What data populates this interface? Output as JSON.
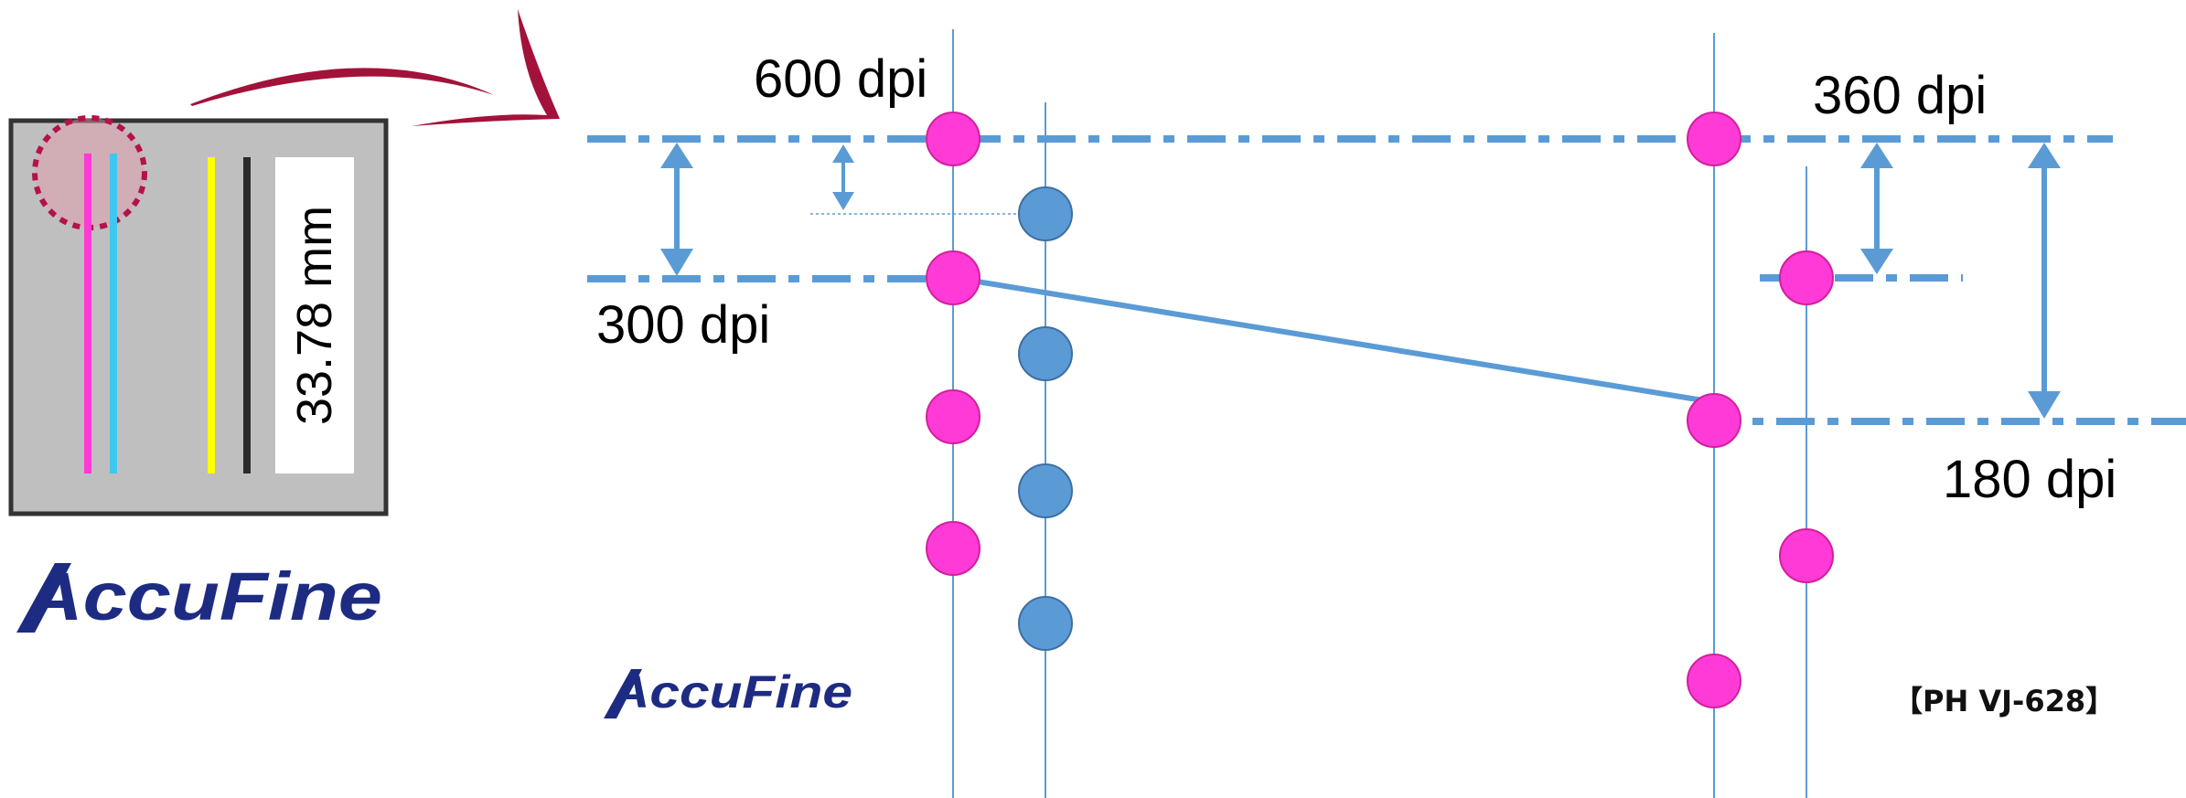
{
  "printhead": {
    "width_label": "33.78 mm",
    "channel_colors": [
      "#ff3ad6",
      "#3ec8f0",
      "#ffff00",
      "#2b2b2b"
    ]
  },
  "brand": {
    "logo_large": "AccuFine",
    "logo_small": "AccuFine",
    "model_code": "【PH VJ-628】"
  },
  "resolutions": {
    "r600": "600 dpi",
    "r300": "300 dpi",
    "r360": "360 dpi",
    "r180": "180 dpi"
  },
  "colors": {
    "magenta_dot": "#ff3ad6",
    "blue_dot": "#5b9bd5",
    "guide_line": "#5b9bd5",
    "arrow_curve": "#a3123a"
  }
}
